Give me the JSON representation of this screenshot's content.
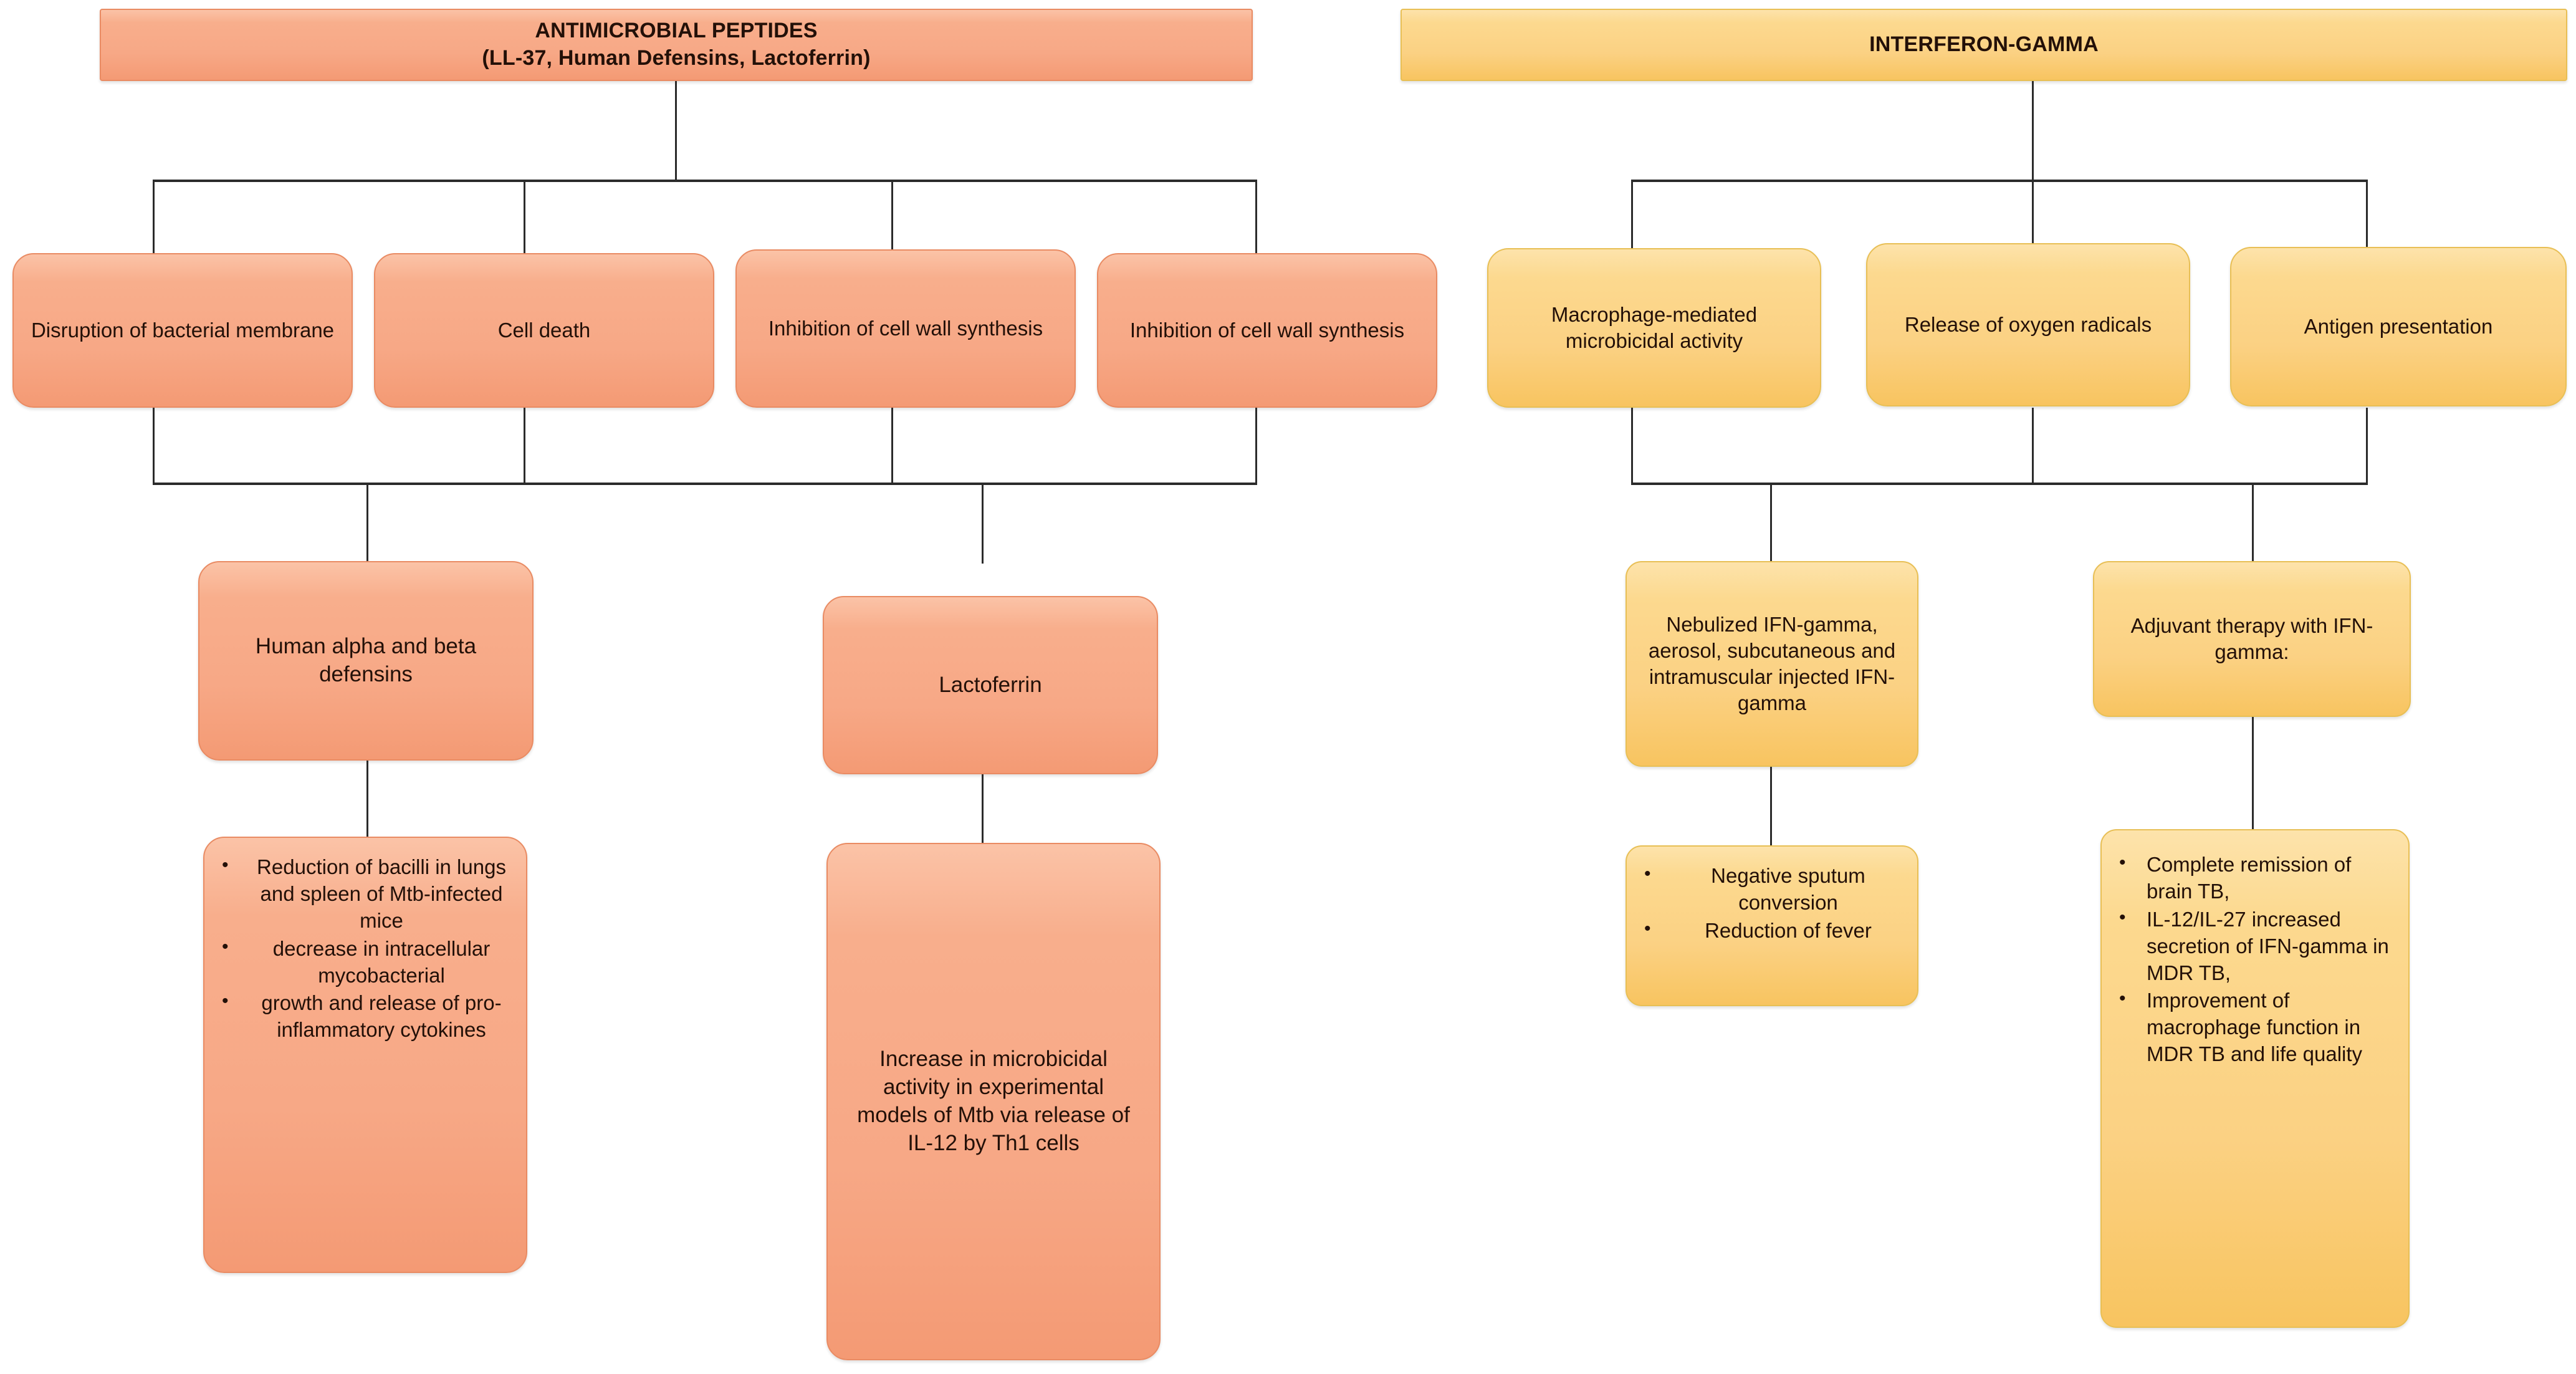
{
  "diagram": {
    "title_hidden": "",
    "colors": {
      "salmon_fill": "#f7a886",
      "salmon_border": "#e98b63",
      "yellow_fill": "#fbd183",
      "yellow_border": "#e8bf55",
      "connector": "#2b2b2b",
      "text": "#231008",
      "background": "#ffffff"
    }
  },
  "left_branch": {
    "header": "ANTIMICROBIAL PEPTIDES\n(LL-37, Human Defensins, Lactoferrin)",
    "mechanisms": [
      "Disruption of bacterial membrane",
      "Cell death",
      "Inhibition of cell wall synthesis",
      "Inhibition of cell wall synthesis"
    ],
    "mediators": [
      "Human alpha and beta defensins",
      "Lactoferrin"
    ],
    "outcomes": {
      "defensins_bullets": [
        "Reduction of bacilli in lungs and spleen of Mtb-infected mice",
        "decrease in intracellular mycobacterial",
        "growth and release of pro-inflammatory cytokines"
      ],
      "lactoferrin_text": "Increase in microbicidal activity in experimental models of Mtb via release of IL-12 by Th1 cells"
    }
  },
  "right_branch": {
    "header": "INTERFERON-GAMMA",
    "mechanisms": [
      "Macrophage-mediated microbicidal activity",
      "Release of oxygen radicals",
      "Antigen presentation"
    ],
    "interventions": [
      "Nebulized IFN-gamma, aerosol, subcutaneous and intramuscular injected IFN-gamma",
      "Adjuvant therapy with IFN-gamma:"
    ],
    "outcomes": {
      "nebulized_bullets": [
        "Negative sputum conversion",
        "Reduction of fever"
      ],
      "adjuvant_bullets": [
        "Complete remission of brain TB,",
        "IL-12/IL-27 increased secretion of IFN-gamma in MDR TB,",
        "Improvement of macrophage function in MDR TB and life quality"
      ]
    }
  }
}
